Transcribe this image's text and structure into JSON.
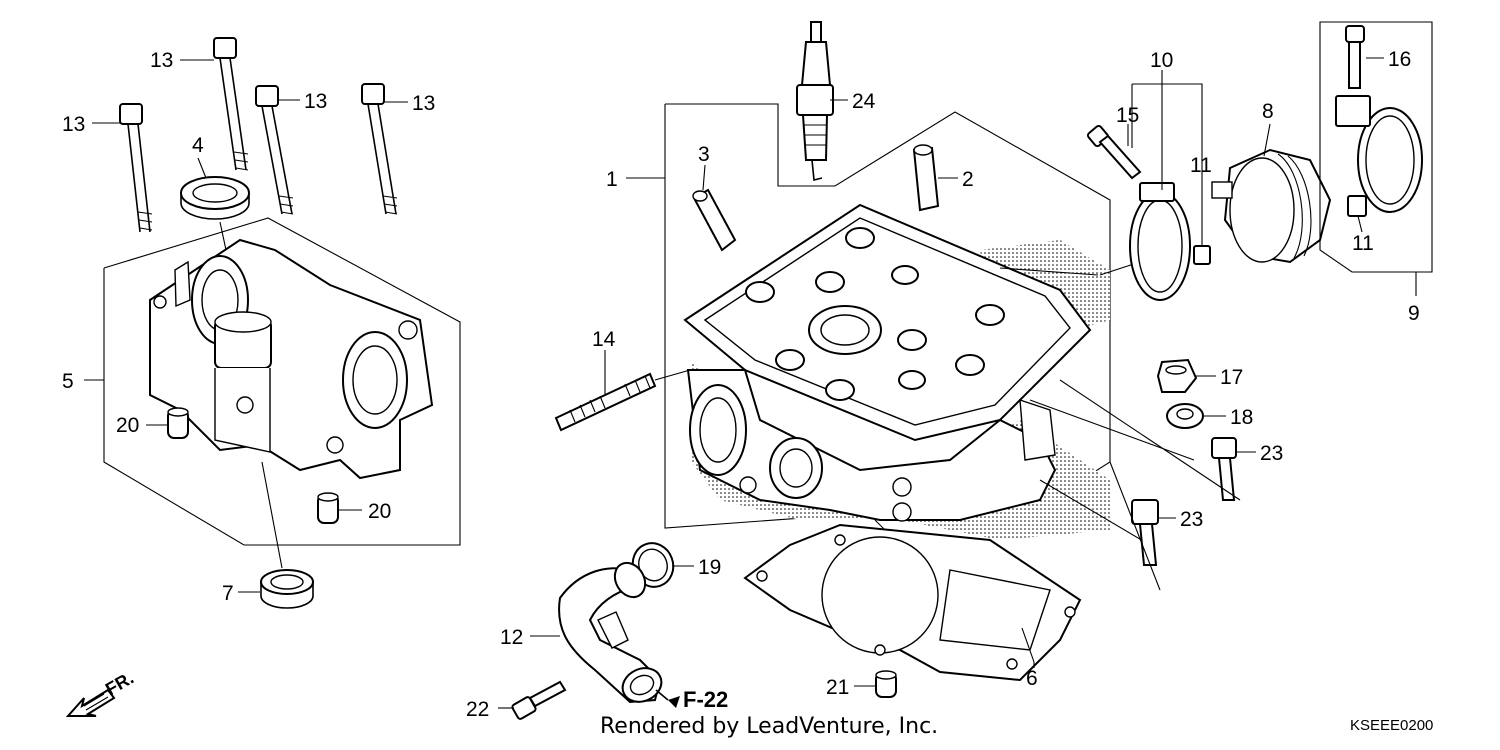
{
  "callouts": {
    "c1": "1",
    "c2": "2",
    "c3": "3",
    "c4": "4",
    "c5": "5",
    "c6": "6",
    "c7": "7",
    "c8": "8",
    "c9": "9",
    "c10": "10",
    "c11a": "11",
    "c11b": "11",
    "c12": "12",
    "c13a": "13",
    "c13b": "13",
    "c13c": "13",
    "c13d": "13",
    "c14": "14",
    "c15": "15",
    "c16": "16",
    "c17": "17",
    "c18": "18",
    "c19": "19",
    "c20a": "20",
    "c20b": "20",
    "c21": "21",
    "c22": "22",
    "c23a": "23",
    "c23b": "23",
    "c24": "24"
  },
  "reference": "F-22",
  "direction": "FR.",
  "credit": "Rendered by LeadVenture, Inc.",
  "diagram_code": "KSEEE0200"
}
